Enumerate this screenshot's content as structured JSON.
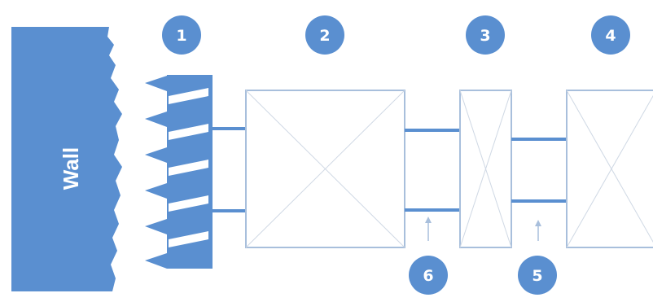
{
  "wall": {
    "label": "Wall"
  },
  "badges": [
    {
      "label": "1"
    },
    {
      "label": "2"
    },
    {
      "label": "3"
    },
    {
      "label": "4"
    },
    {
      "label": "5"
    },
    {
      "label": "6"
    }
  ],
  "colors": {
    "primary_blue": "#5a8fd0",
    "outline": "#a8bfdc",
    "cross": "#cfd8e4"
  }
}
